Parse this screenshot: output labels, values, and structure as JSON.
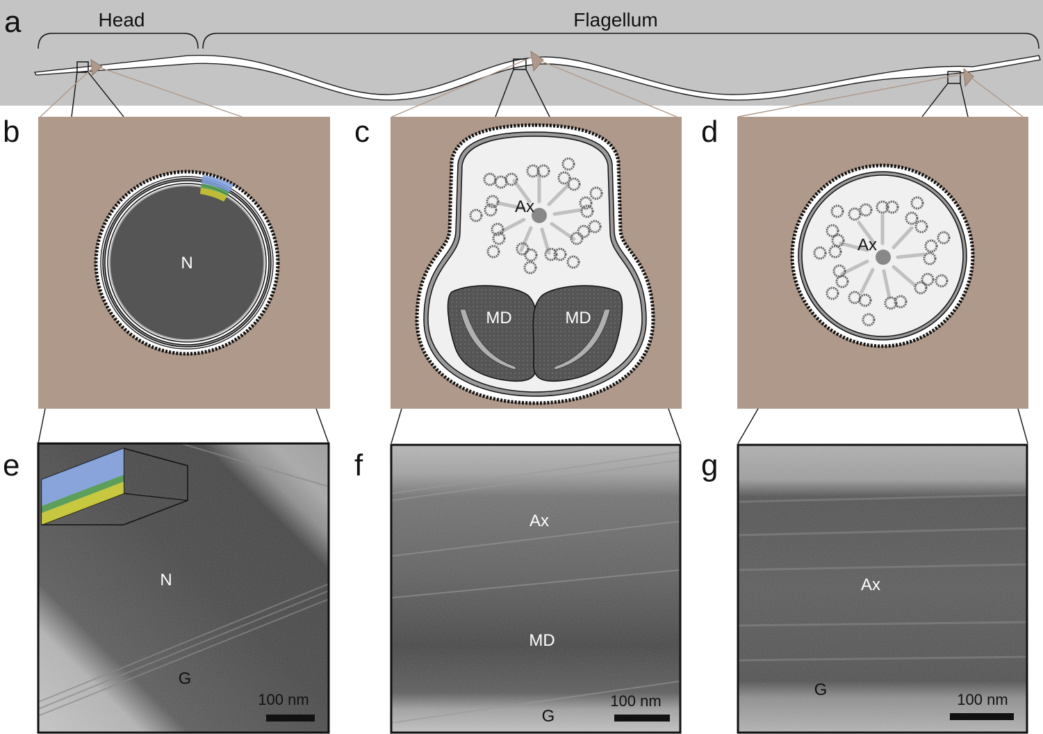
{
  "panel_a": {
    "letter": "a",
    "head_label": "Head",
    "flagellum_label": "Flagellum"
  },
  "panel_b": {
    "letter": "b",
    "nucleus_label": "N"
  },
  "panel_c": {
    "letter": "c",
    "axoneme_label": "Ax",
    "md_left_label": "MD",
    "md_right_label": "MD"
  },
  "panel_d": {
    "letter": "d",
    "axoneme_label": "Ax"
  },
  "panel_e": {
    "letter": "e",
    "nucleus_label": "N",
    "glycocalyx_label": "G",
    "scalebar": "100 nm"
  },
  "panel_f": {
    "letter": "f",
    "axoneme_label": "Ax",
    "md_label": "MD",
    "glycocalyx_label": "G",
    "scalebar": "100 nm"
  },
  "panel_g": {
    "letter": "g",
    "axoneme_label": "Ax",
    "glycocalyx_label": "G",
    "scalebar": "100 nm"
  },
  "colors": {
    "band": "#c4c4c4",
    "tissue": "#ae998a",
    "callout": "#ae998a",
    "nucleus": "#555555",
    "cytoplasm": "#f0f0f0",
    "blue_layer": "#7fa0e0",
    "green_layer": "#4a9a4a",
    "yellow_layer": "#c8c832"
  }
}
